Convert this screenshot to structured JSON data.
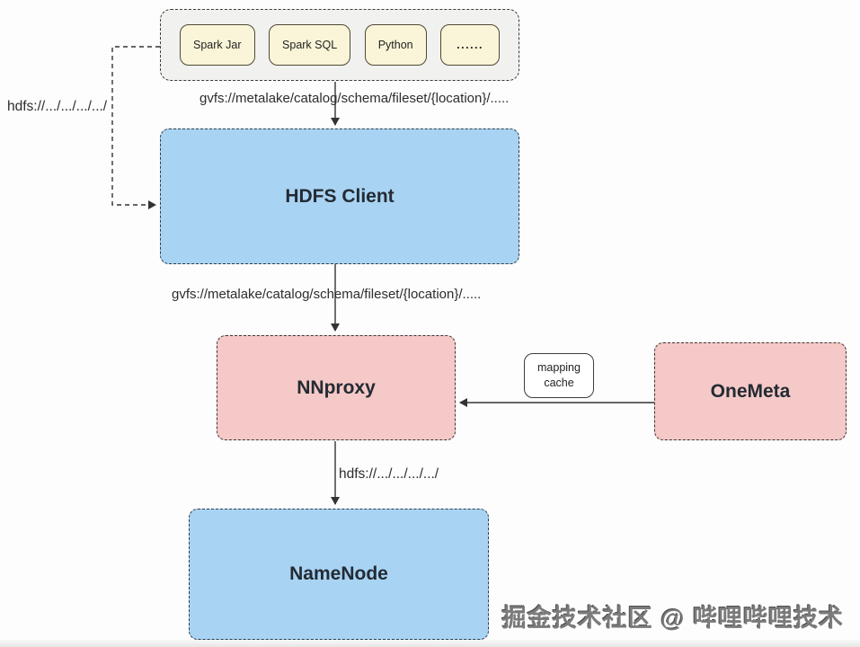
{
  "diagram": {
    "clients_group": {
      "items": [
        {
          "label": "Spark Jar"
        },
        {
          "label": "Spark SQL"
        },
        {
          "label": "Python"
        },
        {
          "label": "......"
        }
      ]
    },
    "nodes": {
      "hdfs_client": {
        "label": "HDFS Client"
      },
      "nnproxy": {
        "label": "NNproxy"
      },
      "onemeta": {
        "label": "OneMeta"
      },
      "namenode": {
        "label": "NameNode"
      },
      "mapping_cache": {
        "line1": "mapping",
        "line2": "cache"
      }
    },
    "edge_labels": {
      "gvfs_top": "gvfs://metalake/catalog/schema/fileset/{location}/.....",
      "gvfs_mid": "gvfs://metalake/catalog/schema/fileset/{location}/.....",
      "hdfs_left": "hdfs://.../.../.../.../",
      "hdfs_mid": "hdfs://.../.../.../.../"
    },
    "colors": {
      "blue_node": "#a9d3f3",
      "pink_node": "#f5c9c7",
      "yellow_chip": "#faf5d8",
      "group_bg": "#f1f1ef",
      "wire": "#333333",
      "watermark_gray": "#7b7b7b"
    },
    "watermark": "掘金技术社区 @ 哔哩哔哩技术"
  }
}
